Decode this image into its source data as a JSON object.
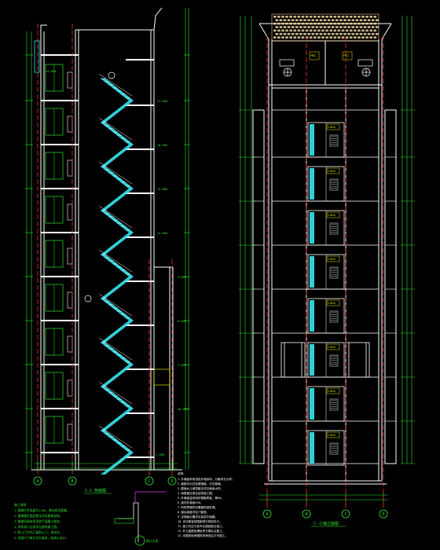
{
  "drawing": {
    "colors": {
      "background": "#000000",
      "line": "#ffffff",
      "axis": "#ff3030",
      "dim": "#2ee62e",
      "stair": "#35e6f0",
      "yellow": "#e6e600",
      "magenta": "#d040d0",
      "cream": "#f0d8a0"
    },
    "section_view": {
      "axis_labels": [
        "A",
        "B",
        "C",
        "D"
      ],
      "level_marks": [
        "±0.000",
        "3.000",
        "6.000",
        "9.000",
        "12.000",
        "15.000",
        "18.000",
        "21.000",
        "24.000",
        "-1.500"
      ],
      "title": "1-1 剖面图",
      "notes_heading": "施工说明",
      "notes": [
        "1.楼梯栏杆高度为1100，做法参见图集。",
        "2.楼梯踏步面层做法详见建筑说明。",
        "3.楼梯间墙体采用加气混凝土砌块。",
        "4.所有洞口过梁详见结构施工图。",
        "5.防火门均为乙级防火门，常闭式。",
        "6.本图尺寸单位均为毫米，标高以米计。"
      ]
    },
    "elevation_view": {
      "axis_labels": [
        "A",
        "B",
        "C",
        "D"
      ],
      "title": "①-⑥轴立面图",
      "window_tags": [
        "C1815",
        "C1815",
        "C1815",
        "C1815",
        "C1815",
        "C1815",
        "C1815",
        "C1815"
      ],
      "top_tags": [
        "FM乙",
        "FM乙"
      ],
      "notes_heading": "说明：",
      "notes": [
        "1.外墙面采用浅色外墙涂料，分格详见大样。",
        "2.窗框均为白色塑钢窗，中空玻璃。",
        "3.屋面女儿墙顶做法详见墙身大样。",
        "4.雨篷做法参见结构施工图。",
        "5.外墙保温采用挤塑聚苯板，厚50。",
        "6.室内外高差450。",
        "7.所有预埋件均需做防锈处理。",
        "8.窗台高度详见门窗表。",
        "9.空调板位置详见各层平面图。",
        "10.未尽事宜按国家现行规范执行。",
        "11.施工时应与各专业图纸配合施工。",
        "12.外立面颜色需经甲方确认后施工。",
        "13.本图须经审图机构审查后方可施工。"
      ]
    },
    "detail": {
      "label": "檐口大样"
    }
  }
}
